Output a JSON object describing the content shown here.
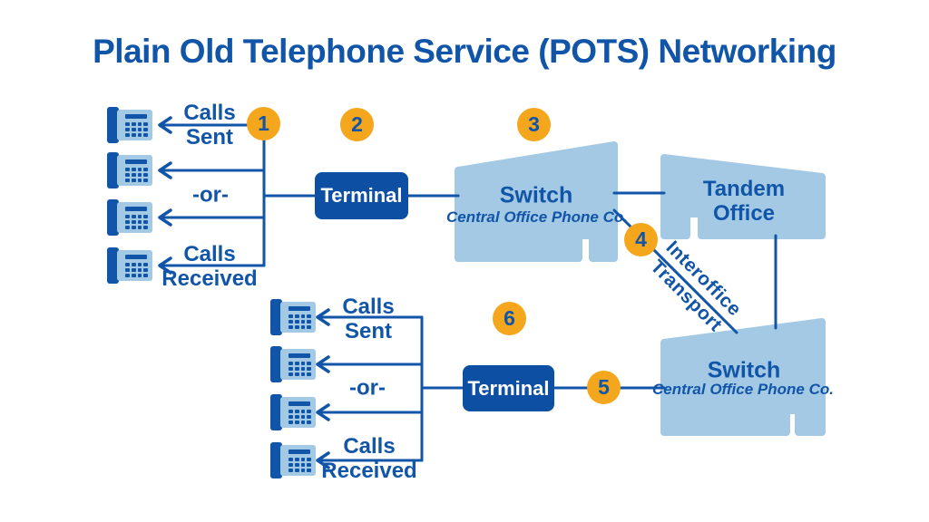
{
  "title": "Plain Old Telephone Service (POTS) Networking",
  "colors": {
    "blue": "#1155a8",
    "light_blue": "#a3c9e5",
    "orange": "#f4a71d",
    "terminal_fill": "#0d4fa2",
    "white": "#ffffff"
  },
  "phone_cluster": {
    "calls_sent_line1": "Calls",
    "calls_sent_line2": "Sent",
    "or_label": "-or-",
    "calls_received_line1": "Calls",
    "calls_received_line2": "Received"
  },
  "terminal": {
    "label": "Terminal"
  },
  "switch_office": {
    "title": "Switch",
    "subtitle": "Central Office Phone Co."
  },
  "tandem_office": {
    "line1": "Tandem",
    "line2": "Office"
  },
  "interoffice_transport": {
    "line1": "Interoffice",
    "line2": "Transport"
  },
  "steps": {
    "s1": "1",
    "s2": "2",
    "s3": "3",
    "s4": "4",
    "s5": "5",
    "s6": "6"
  }
}
